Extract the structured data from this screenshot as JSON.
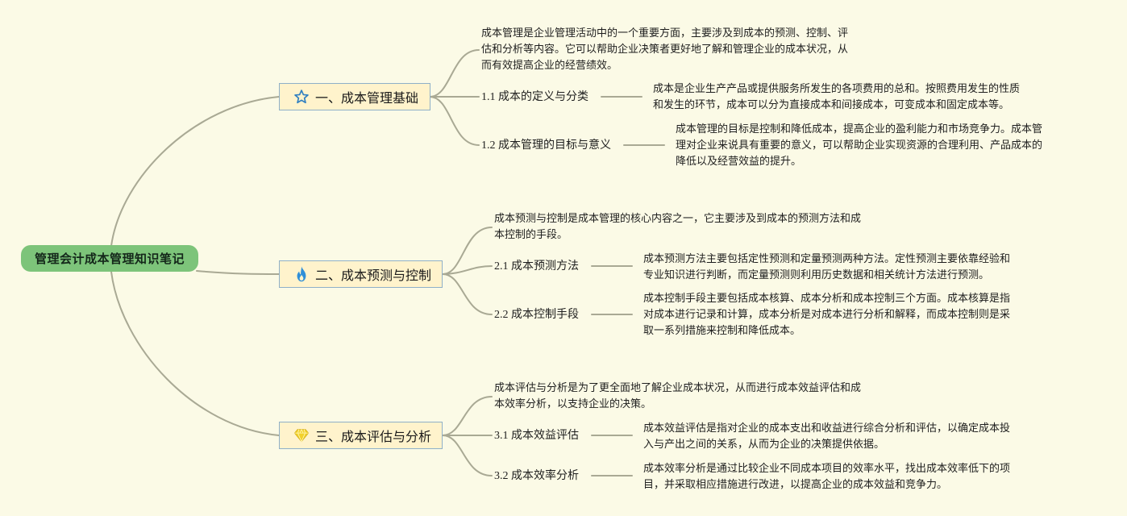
{
  "root": {
    "label": "管理会计成本管理知识笔记"
  },
  "colors": {
    "background": "#FBFAE6",
    "root_fill": "#7DC47A",
    "branch_fill": "#FFF3CC",
    "branch_border": "#8FB0C8",
    "connector": "#A9A994",
    "star_icon": "#2F7FC1",
    "flame_icon": "#2F8FD8",
    "gem_icon": "#F2D12C"
  },
  "branches": [
    {
      "label": "一、成本管理基础",
      "icon": "star-icon",
      "summary": "成本管理是企业管理活动中的一个重要方面，主要涉及到成本的预测、控制、评\n估和分析等内容。它可以帮助企业决策者更好地了解和管理企业的成本状况，从\n而有效提高企业的经营绩效。",
      "subs": [
        {
          "label": "1.1 成本的定义与分类",
          "detail": "成本是企业生产产品或提供服务所发生的各项费用的总和。按照费用发生的性质\n和发生的环节，成本可以分为直接成本和间接成本，可变成本和固定成本等。"
        },
        {
          "label": "1.2 成本管理的目标与意义",
          "detail": "成本管理的目标是控制和降低成本，提高企业的盈利能力和市场竞争力。成本管\n理对企业来说具有重要的意义，可以帮助企业实现资源的合理利用、产品成本的\n降低以及经营效益的提升。"
        }
      ]
    },
    {
      "label": "二、成本预测与控制",
      "icon": "flame-icon",
      "summary": "成本预测与控制是成本管理的核心内容之一，它主要涉及到成本的预测方法和成\n本控制的手段。",
      "subs": [
        {
          "label": "2.1 成本预测方法",
          "detail": "成本预测方法主要包括定性预测和定量预测两种方法。定性预测主要依靠经验和\n专业知识进行判断，而定量预测则利用历史数据和相关统计方法进行预测。"
        },
        {
          "label": "2.2 成本控制手段",
          "detail": "成本控制手段主要包括成本核算、成本分析和成本控制三个方面。成本核算是指\n对成本进行记录和计算，成本分析是对成本进行分析和解释，而成本控制则是采\n取一系列措施来控制和降低成本。"
        }
      ]
    },
    {
      "label": "三、成本评估与分析",
      "icon": "gem-icon",
      "summary": "成本评估与分析是为了更全面地了解企业成本状况，从而进行成本效益评估和成\n本效率分析，以支持企业的决策。",
      "subs": [
        {
          "label": "3.1 成本效益评估",
          "detail": "成本效益评估是指对企业的成本支出和收益进行综合分析和评估，以确定成本投\n入与产出之间的关系，从而为企业的决策提供依据。"
        },
        {
          "label": "3.2 成本效率分析",
          "detail": "成本效率分析是通过比较企业不同成本项目的效率水平，找出成本效率低下的项\n目，并采取相应措施进行改进，以提高企业的成本效益和竞争力。"
        }
      ]
    }
  ]
}
